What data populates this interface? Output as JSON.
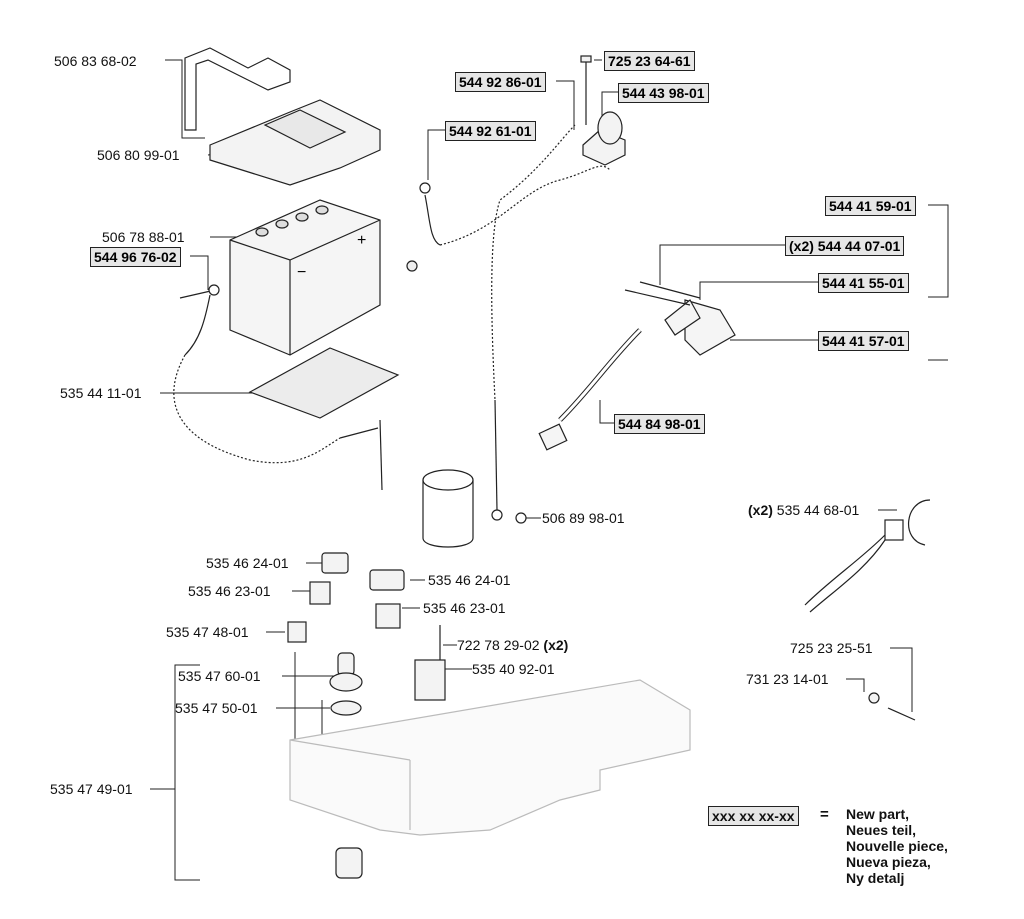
{
  "parts": {
    "battery_strap": "506 83 68-02",
    "battery_cover": "506 80 99-01",
    "battery": "506 78 88-01",
    "neg_cable": "544 96 76-02",
    "mat": "535 44 11-01",
    "pos_cable": "544 92 61-01",
    "solenoid_cable": "544 92 86-01",
    "bolt_top": "725 23 64-61",
    "solenoid": "544 43 98-01",
    "harness_assy": "544 41 59-01",
    "harness_sub_qty": "(x2)",
    "harness_sub": "544 44 07-01",
    "harness_part_2": "544 41 55-01",
    "harness_part_3": "544 41 57-01",
    "harness_main": "544 84 98-01",
    "starter_nut": "506 89 98-01",
    "lamp_qty": "(x2)",
    "lamp": "535 44 68-01",
    "cap_left": "535 46 24-01",
    "switch_left": "535 46 23-01",
    "cap_right": "535 46 24-01",
    "switch_right": "535 46 23-01",
    "hour_meter": "535 47 48-01",
    "screw": "722 78 29-02",
    "screw_qty": "(x2)",
    "ignition_cap": "535 47 60-01",
    "relay": "535 40 92-01",
    "bezel": "535 47 50-01",
    "bolt_small": "725 23 25-51",
    "washer_small": "731 23 14-01",
    "ignition_switch": "535 47 49-01"
  },
  "legend": {
    "sample": "xxx xx xx-xx",
    "equals": "=",
    "lines": [
      "New part,",
      "Neues teil,",
      "Nouvelle piece,",
      "Nueva pieza,",
      "Ny detalj"
    ]
  },
  "colors": {
    "new_part_box": "#e6e6e6",
    "line": "#222222"
  }
}
